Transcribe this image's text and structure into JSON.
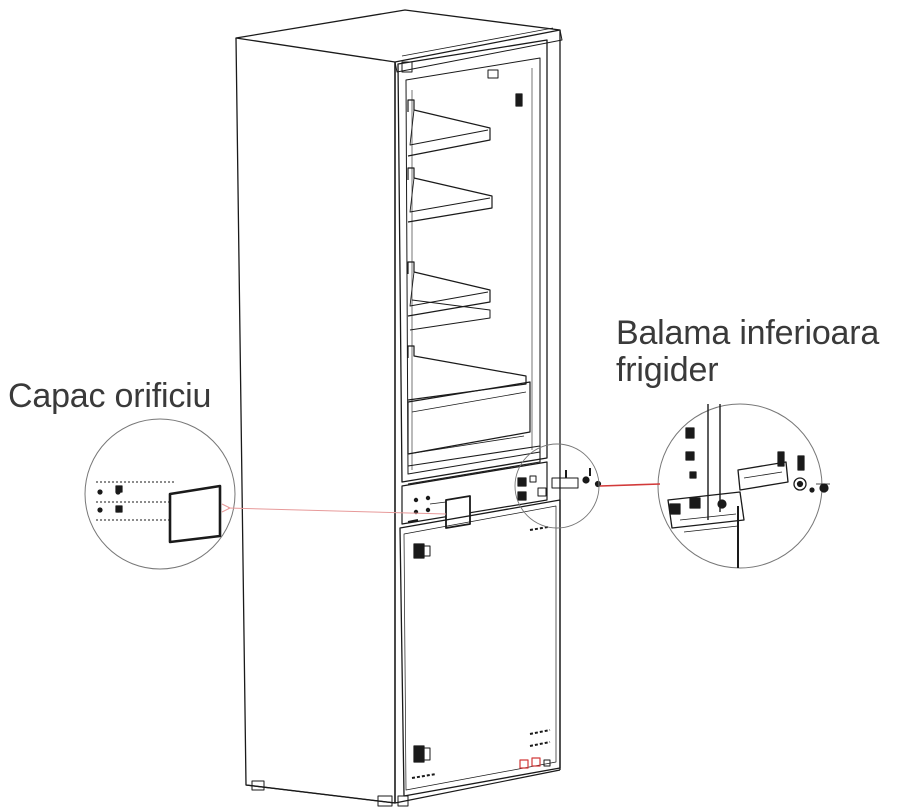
{
  "labels": {
    "hole_cover": "Capac orificiu",
    "hinge_line1": "Balama inferioara",
    "hinge_line2": "frigider"
  },
  "colors": {
    "line": "#1a1a1a",
    "leader_red": "#d23a3a",
    "leader_pink": "#e79a9a",
    "text": "#3a3a3a"
  }
}
